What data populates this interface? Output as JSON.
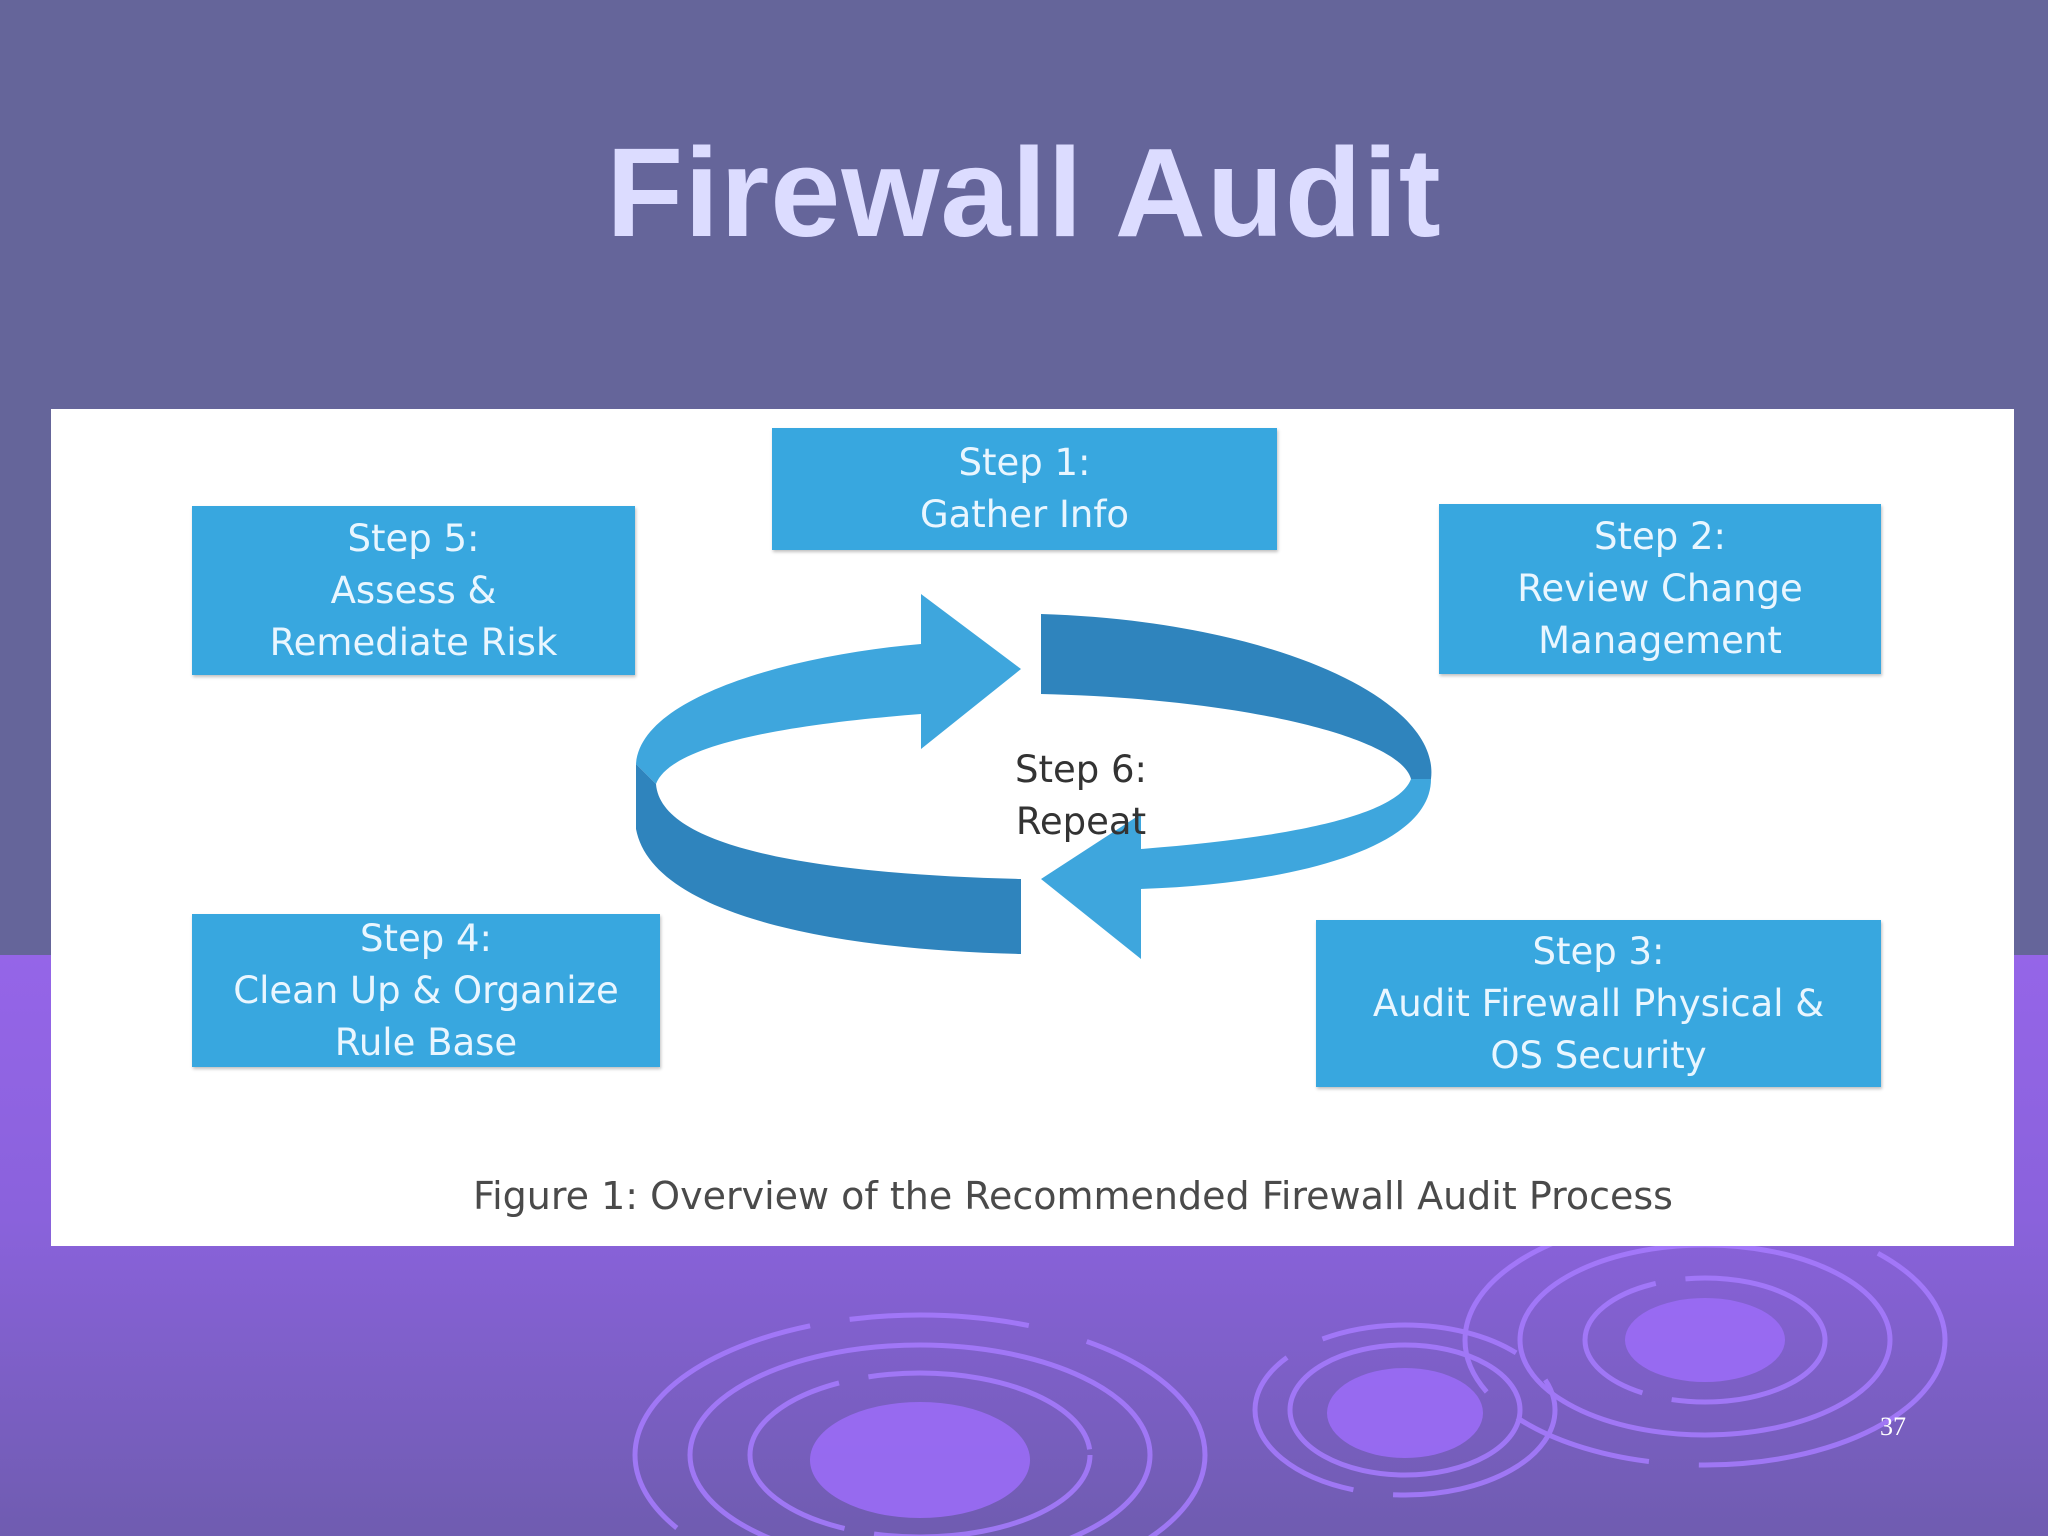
{
  "slide": {
    "title": "Firewall Audit",
    "page_number": "37"
  },
  "figure": {
    "steps": [
      {
        "heading": "Step 1:",
        "lines": [
          "Gather Info"
        ]
      },
      {
        "heading": "Step 2:",
        "lines": [
          "Review Change",
          "Management"
        ]
      },
      {
        "heading": "Step 3:",
        "lines": [
          "Audit Firewall Physical &",
          "OS Security"
        ]
      },
      {
        "heading": "Step 4:",
        "lines": [
          "Clean Up & Organize",
          "Rule Base"
        ]
      },
      {
        "heading": "Step 5:",
        "lines": [
          "Assess &",
          "Remediate Risk"
        ]
      }
    ],
    "center": {
      "heading": "Step 6:",
      "line": "Repeat"
    },
    "caption": "Figure 1: Overview of the Recommended Firewall Audit Process"
  },
  "colors": {
    "background_top": "#65659a",
    "background_bottom": "#9565e8",
    "title": "#dcdcff",
    "step_box": "#38a7df",
    "arrow_light": "#3ea6dd",
    "arrow_dark": "#2f84bd"
  }
}
